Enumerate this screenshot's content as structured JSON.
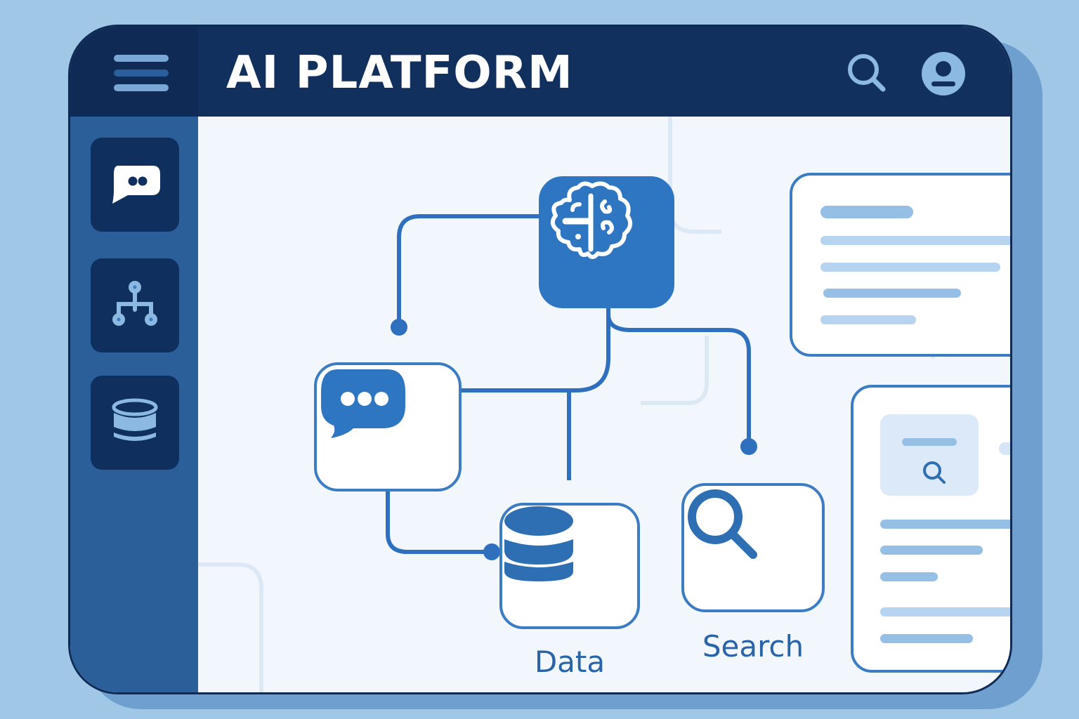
{
  "window": {
    "title": "AI PLATFORM"
  },
  "header": {
    "menu_icon": "hamburger-menu-icon",
    "search_icon": "search-icon",
    "account_icon": "user-account-icon"
  },
  "sidebar": {
    "items": [
      {
        "id": "chat",
        "icon": "chat-bubble-icon"
      },
      {
        "id": "workflow",
        "icon": "hierarchy-tree-icon"
      },
      {
        "id": "data",
        "icon": "database-icon"
      }
    ]
  },
  "diagram": {
    "nodes": [
      {
        "id": "ai-model",
        "icon": "brain-icon",
        "label": ""
      },
      {
        "id": "chat",
        "icon": "chat-bubble-icon",
        "label": ""
      },
      {
        "id": "data",
        "icon": "database-icon",
        "label": "Data"
      },
      {
        "id": "search",
        "icon": "search-icon",
        "label": "Search"
      }
    ],
    "connections": [
      [
        "ai-model",
        "chat"
      ],
      [
        "ai-model",
        "data"
      ],
      [
        "ai-model",
        "search"
      ],
      [
        "chat",
        "data"
      ]
    ]
  },
  "panels": {
    "text_card": {
      "lines": 5
    },
    "result_card": {
      "has_thumbnail": true,
      "thumbnail_icon": "search-icon",
      "lines": 5
    }
  },
  "colors": {
    "background": "#a0c8e6",
    "header": "#12305e",
    "sidebar": "#2a5f99",
    "accent": "#2e75c2",
    "canvas": "#f1f7fc"
  }
}
